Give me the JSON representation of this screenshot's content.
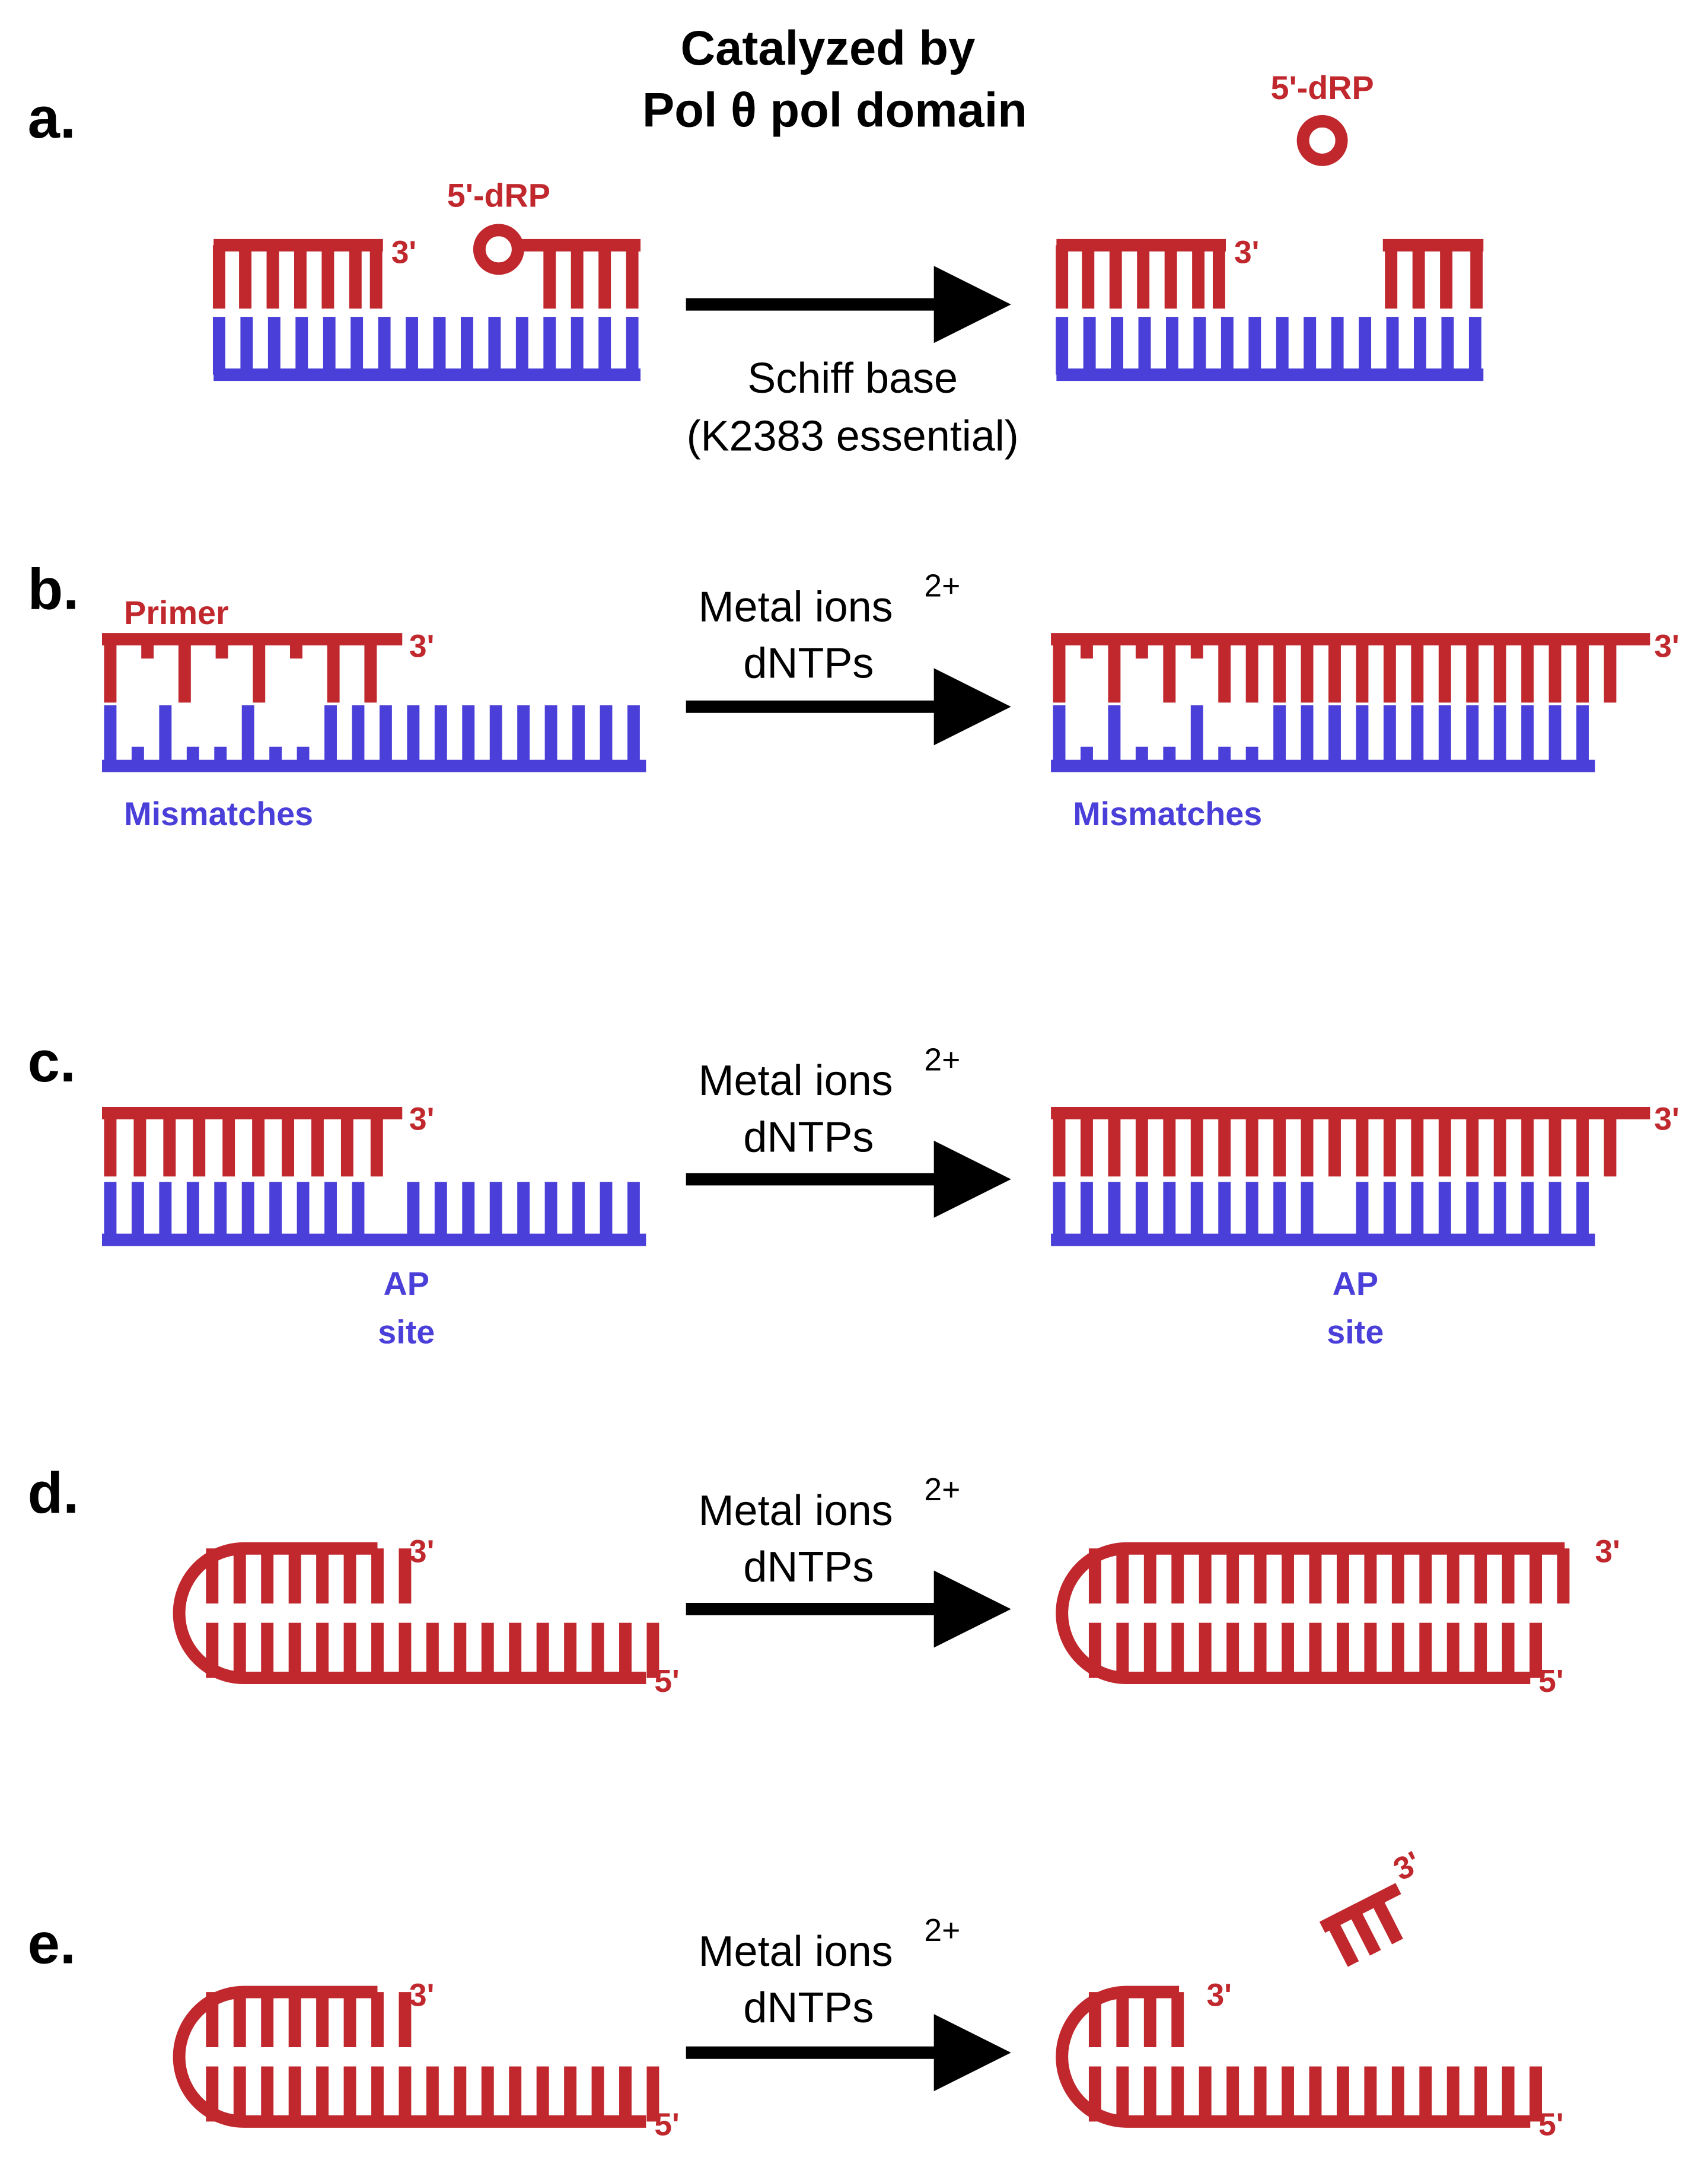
{
  "header": {
    "title_line1": "Catalyzed by",
    "title_line2": "Pol θ pol domain"
  },
  "colors": {
    "primer_red": "#c0282d",
    "template_blue": "#4a3fd8",
    "arrow_black": "#000000",
    "text_black": "#000000"
  },
  "panels": {
    "a": {
      "label": "a.",
      "arrow_text_line1": "Schiff base",
      "arrow_text_line2": "(K2383 essential)",
      "drp_left": "5'-dRP",
      "drp_right": "5'-dRP",
      "end_left": "3'",
      "end_right": "3'"
    },
    "b": {
      "label": "b.",
      "arrow_text_line1": "Metal ions",
      "arrow_superscript": "2+",
      "arrow_text_line2": "dNTPs",
      "primer_label": "Primer",
      "mismatch_left": "Mismatches",
      "mismatch_right": "Mismatches",
      "end_left": "3'",
      "end_right": "3'"
    },
    "c": {
      "label": "c.",
      "arrow_text_line1": "Metal ions",
      "arrow_superscript": "2+",
      "arrow_text_line2": "dNTPs",
      "ap_left_line1": "AP",
      "ap_left_line2": "site",
      "ap_right_line1": "AP",
      "ap_right_line2": "site",
      "end_left": "3'",
      "end_right": "3'"
    },
    "d": {
      "label": "d.",
      "arrow_text_line1": "Metal ions",
      "arrow_superscript": "2+",
      "arrow_text_line2": "dNTPs",
      "end3_left": "3'",
      "end5_left": "5'",
      "end3_right": "3'",
      "end5_right": "5'"
    },
    "e": {
      "label": "e.",
      "arrow_text_line1": "Metal ions",
      "arrow_superscript": "2+",
      "arrow_text_line2": "dNTPs",
      "end3_left": "3'",
      "end5_left": "5'",
      "end3_right": "3'",
      "end5_right": "5'",
      "fragment_end": "3'"
    }
  }
}
